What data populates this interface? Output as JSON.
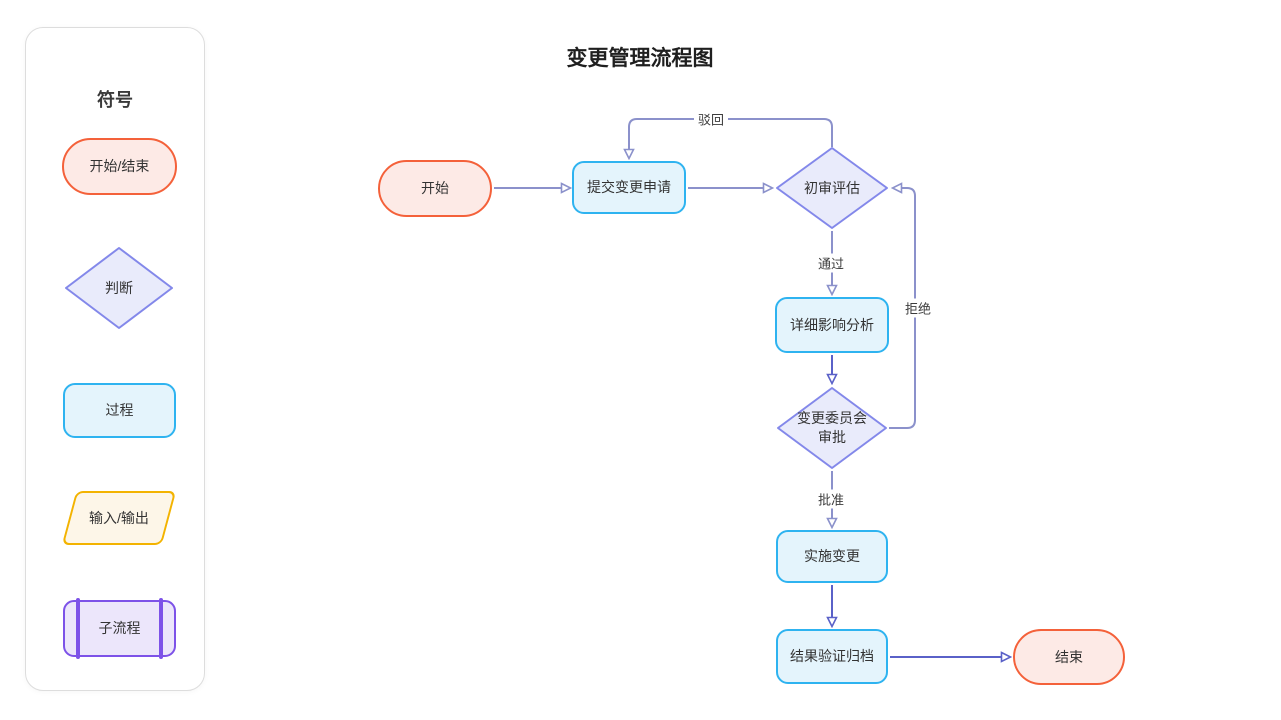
{
  "sidebar": {
    "title": "符号",
    "items": [
      {
        "label": "开始/结束",
        "type": "terminator"
      },
      {
        "label": "判断",
        "type": "decision"
      },
      {
        "label": "过程",
        "type": "process"
      },
      {
        "label": "输入/输出",
        "type": "input-output"
      },
      {
        "label": "子流程",
        "type": "subprocess"
      }
    ]
  },
  "diagram": {
    "title": "变更管理流程图",
    "nodes": [
      {
        "id": "start",
        "label": "开始",
        "type": "terminator"
      },
      {
        "id": "submit",
        "label": "提交变更申请",
        "type": "process"
      },
      {
        "id": "review",
        "label": "初审评估",
        "type": "decision"
      },
      {
        "id": "analysis",
        "label": "详细影响分析",
        "type": "process"
      },
      {
        "id": "committee",
        "label": "变更委员会审批",
        "type": "decision"
      },
      {
        "id": "implement",
        "label": "实施变更",
        "type": "process"
      },
      {
        "id": "archive",
        "label": "结果验证归档",
        "type": "process"
      },
      {
        "id": "end",
        "label": "结束",
        "type": "terminator"
      }
    ],
    "edges": [
      {
        "from": "start",
        "to": "submit",
        "label": ""
      },
      {
        "from": "submit",
        "to": "review",
        "label": ""
      },
      {
        "from": "review",
        "to": "submit",
        "label": "驳回"
      },
      {
        "from": "review",
        "to": "analysis",
        "label": "通过"
      },
      {
        "from": "analysis",
        "to": "committee",
        "label": ""
      },
      {
        "from": "committee",
        "to": "review",
        "label": "拒绝"
      },
      {
        "from": "committee",
        "to": "implement",
        "label": "批准"
      },
      {
        "from": "implement",
        "to": "archive",
        "label": ""
      },
      {
        "from": "archive",
        "to": "end",
        "label": ""
      }
    ]
  },
  "colors": {
    "terminator_border": "#f4613a",
    "terminator_fill": "#fdeae6",
    "process_border": "#2eb3f0",
    "process_fill": "#e4f4fc",
    "decision_border": "#8388ea",
    "decision_fill": "#e9ebfb",
    "io_border": "#f3b300",
    "io_fill": "#fdf6e8",
    "subprocess_border": "#7d52e8",
    "subprocess_fill": "#ece6fb",
    "connector": "#8b91cb",
    "connector_dark": "#5a61c8",
    "text": "#333333"
  }
}
